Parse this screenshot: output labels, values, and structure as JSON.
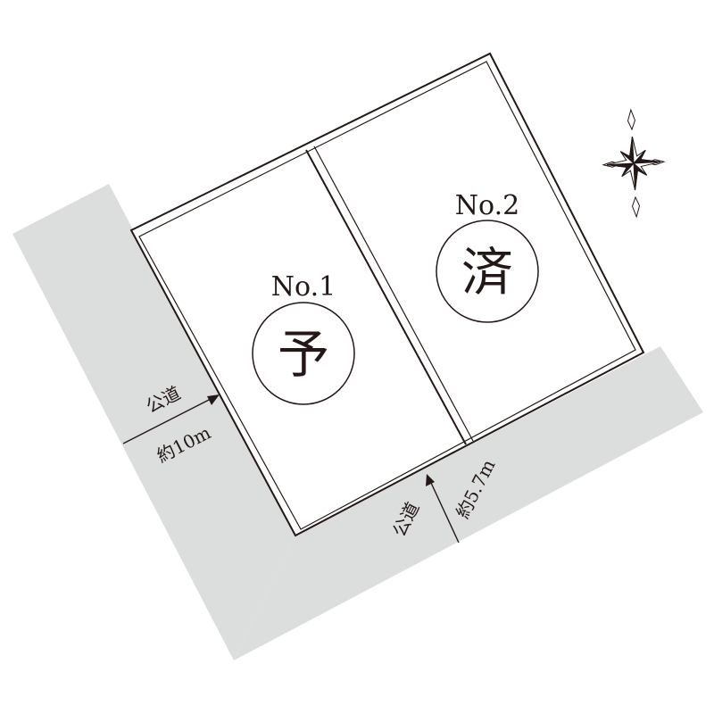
{
  "map": {
    "colors": {
      "road": "#dcdddd",
      "line": "#231815",
      "background": "#ffffff"
    },
    "lots": [
      {
        "number": "No.1",
        "status": "予"
      },
      {
        "number": "No.2",
        "status": "済"
      }
    ],
    "roads": [
      {
        "type": "公道",
        "width": "約10m"
      },
      {
        "type": "公道",
        "width": "約5.7m"
      }
    ],
    "compass": {
      "icon": "north-arrow-compass-icon"
    }
  }
}
